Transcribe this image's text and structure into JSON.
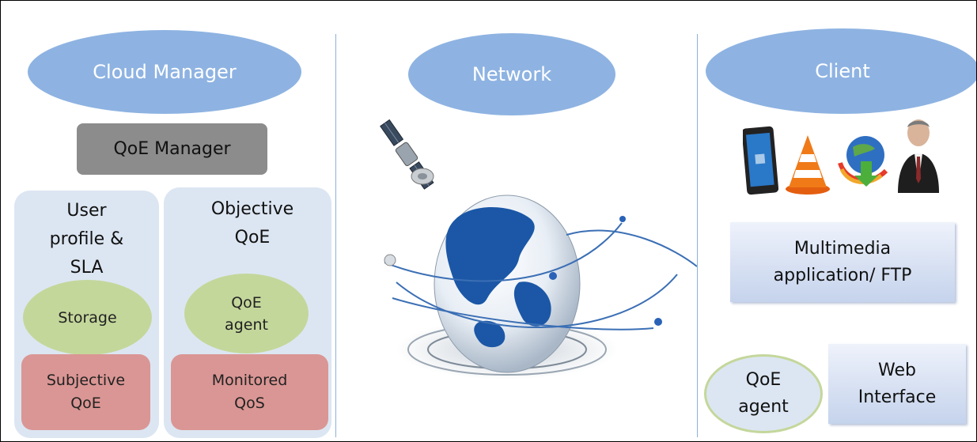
{
  "headers": {
    "cloud_manager": "Cloud Manager",
    "network": "Network",
    "client": "Client"
  },
  "cloud": {
    "qoe_manager": "QoE Manager",
    "user_profile": {
      "title_line1": "User",
      "title_line2": "profile &",
      "title_line3": "SLA",
      "storage": "Storage",
      "subjective_line1": "Subjective",
      "subjective_line2": "QoE"
    },
    "objective": {
      "title_line1": "Objective",
      "title_line2": "QoE",
      "agent_line1": "QoE",
      "agent_line2": "agent",
      "monitored_line1": "Monitored",
      "monitored_line2": "QoS"
    }
  },
  "client": {
    "icons": [
      "tablet-icon",
      "vlc-cone-icon",
      "download-manager-icon",
      "user-icon"
    ],
    "multimedia_line1": "Multimedia",
    "multimedia_line2": "application/ FTP",
    "agent_line1": "QoE",
    "agent_line2": "agent",
    "web_line1": "Web",
    "web_line2": "Interface"
  },
  "network": {
    "images": [
      "satellite-icon",
      "globe-icon"
    ]
  },
  "colors": {
    "header_ellipse": "#8eb3e2",
    "panel": "#dce6f2",
    "green": "#c4d79b",
    "red": "#da9694",
    "gray": "#8c8c8c"
  }
}
